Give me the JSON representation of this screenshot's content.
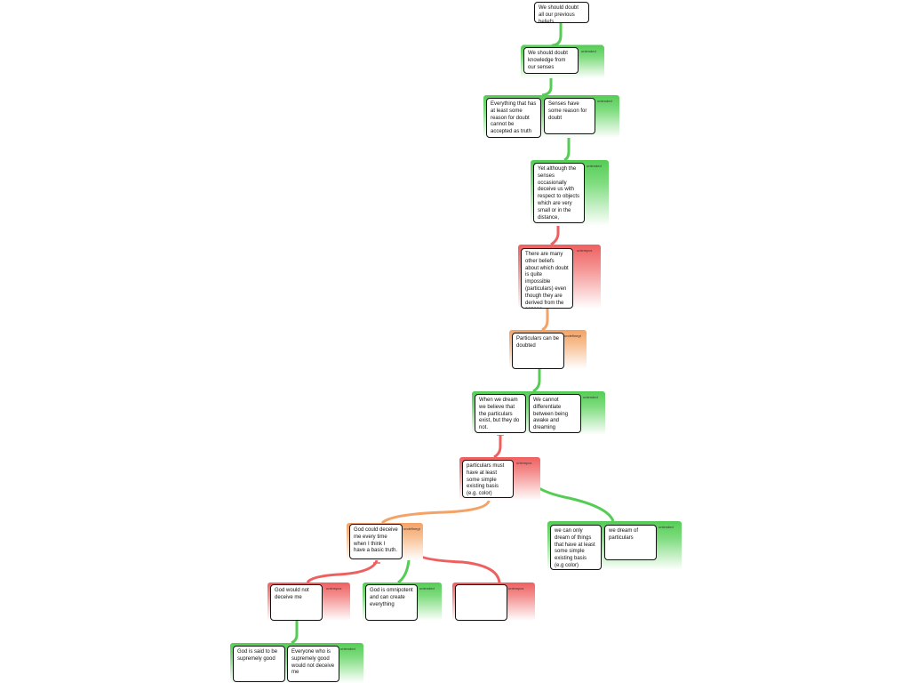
{
  "root": {
    "text": "We should doubt all our previous beliefs"
  },
  "groups": {
    "g1": {
      "tag": "untended",
      "type": "support"
    },
    "g2": {
      "tag": "untended",
      "type": "support"
    },
    "g3": {
      "tag": "untended",
      "type": "support"
    },
    "g4": {
      "tag": "untempcs",
      "type": "objection"
    },
    "g5": {
      "tag": "undefinegt",
      "type": "rebuttal"
    },
    "g6": {
      "tag": "untended",
      "type": "support"
    },
    "g7": {
      "tag": "untempcs",
      "type": "objection"
    },
    "g8": {
      "tag": "undefinegt",
      "type": "rebuttal"
    },
    "g9": {
      "tag": "untended",
      "type": "support"
    },
    "g10": {
      "tag": "untempcs",
      "type": "objection"
    },
    "g11": {
      "tag": "untended",
      "type": "support"
    },
    "g12": {
      "tag": "untempcs",
      "type": "objection"
    },
    "g13": {
      "tag": "untended",
      "type": "support"
    }
  },
  "nodes": {
    "n1": "We should doubt knowledge from our senses",
    "n2a": "Everything that has at least some reason for doubt cannot be accepted as truth",
    "n2b": "Senses have some reason for doubt",
    "n3": "Yet although the senses occasionally deceive us with respect to objects which are very small or in the distance,",
    "n4": "There are many other beliefs about which doubt is quite impossible (particulars) even though they are derived from the senses.",
    "n5": "Particulars can be doubted",
    "n6a": "When we dream we believe that the particulars exist, but they do not.",
    "n6b": "We cannot differentiate between being awake and dreaming",
    "n7": "particulars must have at least some simple existing basis (e.g. color)",
    "n8": "God could deceive me every time when I think I have a basic truth.",
    "n9a": "we can only dream of things that have at least some simple existing basis (e.g color)",
    "n9b": "we dream of particulars",
    "n10": "God would not deceive me",
    "n11": "God is omnipotent and can create everything",
    "n12": "",
    "n13a": "God is said to be supremely good",
    "n13b": "Everyone who is supremely good would not deceive me"
  },
  "colors": {
    "support": "#55cc55",
    "objection": "#ee6060",
    "rebuttal": "#f4a266"
  }
}
